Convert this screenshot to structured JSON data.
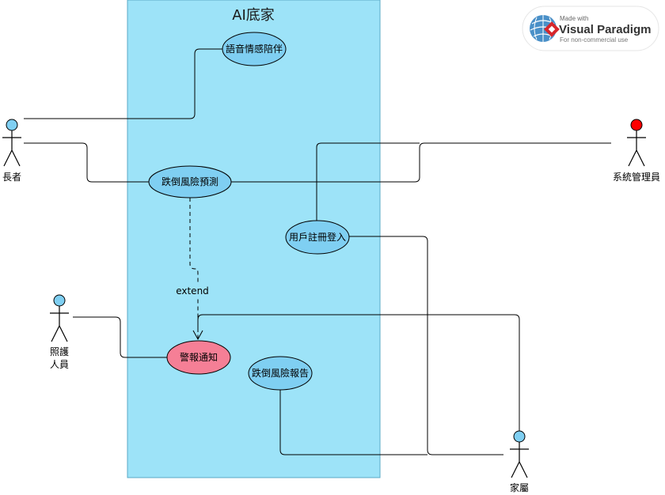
{
  "system": {
    "title": "AI底家",
    "fill": "#9de3f8"
  },
  "watermark": {
    "line1": "Made with",
    "line2": "Visual Paradigm",
    "line3": "For non-commercial use"
  },
  "use_cases": {
    "voice": "語音情感陪伴",
    "fall_predict": "跌倒風險預測",
    "register": "用戶註冊登入",
    "alert": "警報通知",
    "report": "跌倒風險報告"
  },
  "actors": {
    "elder": "長者",
    "admin": "系統管理員",
    "caregiver_line1": "照護",
    "caregiver_line2": "人員",
    "family": "家屬"
  },
  "relations": {
    "extend": "extend"
  },
  "colors": {
    "use_case": "#7fcff2",
    "alert": "#f57f96",
    "actor_head": "#7fcff2",
    "admin_head": "#ff0000"
  }
}
